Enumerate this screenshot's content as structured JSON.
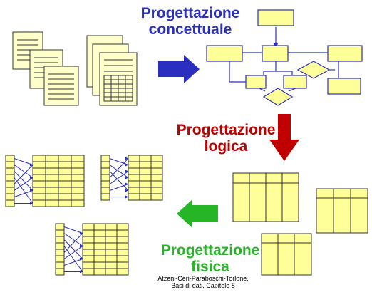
{
  "phases": {
    "conceptual": {
      "line1": "Progettazione",
      "line2": "concettuale",
      "color": "#2a2fc0"
    },
    "logical": {
      "line1": "Progettazione",
      "line2": "logica",
      "color": "#c00000"
    },
    "physical": {
      "line1": "Progettazione",
      "line2": "fisica",
      "color": "#26b526"
    }
  },
  "caption": {
    "line1": "Atzeni-Ceri-Paraboschi-Torlone,",
    "line2": "Basi di dati, Capitolo 8"
  },
  "colors": {
    "document_fill": "#ffffcc",
    "shape_fill": "#ffff99",
    "arrow_blue": "#2a2fc0",
    "arrow_red": "#c00000",
    "arrow_green": "#26b526"
  }
}
